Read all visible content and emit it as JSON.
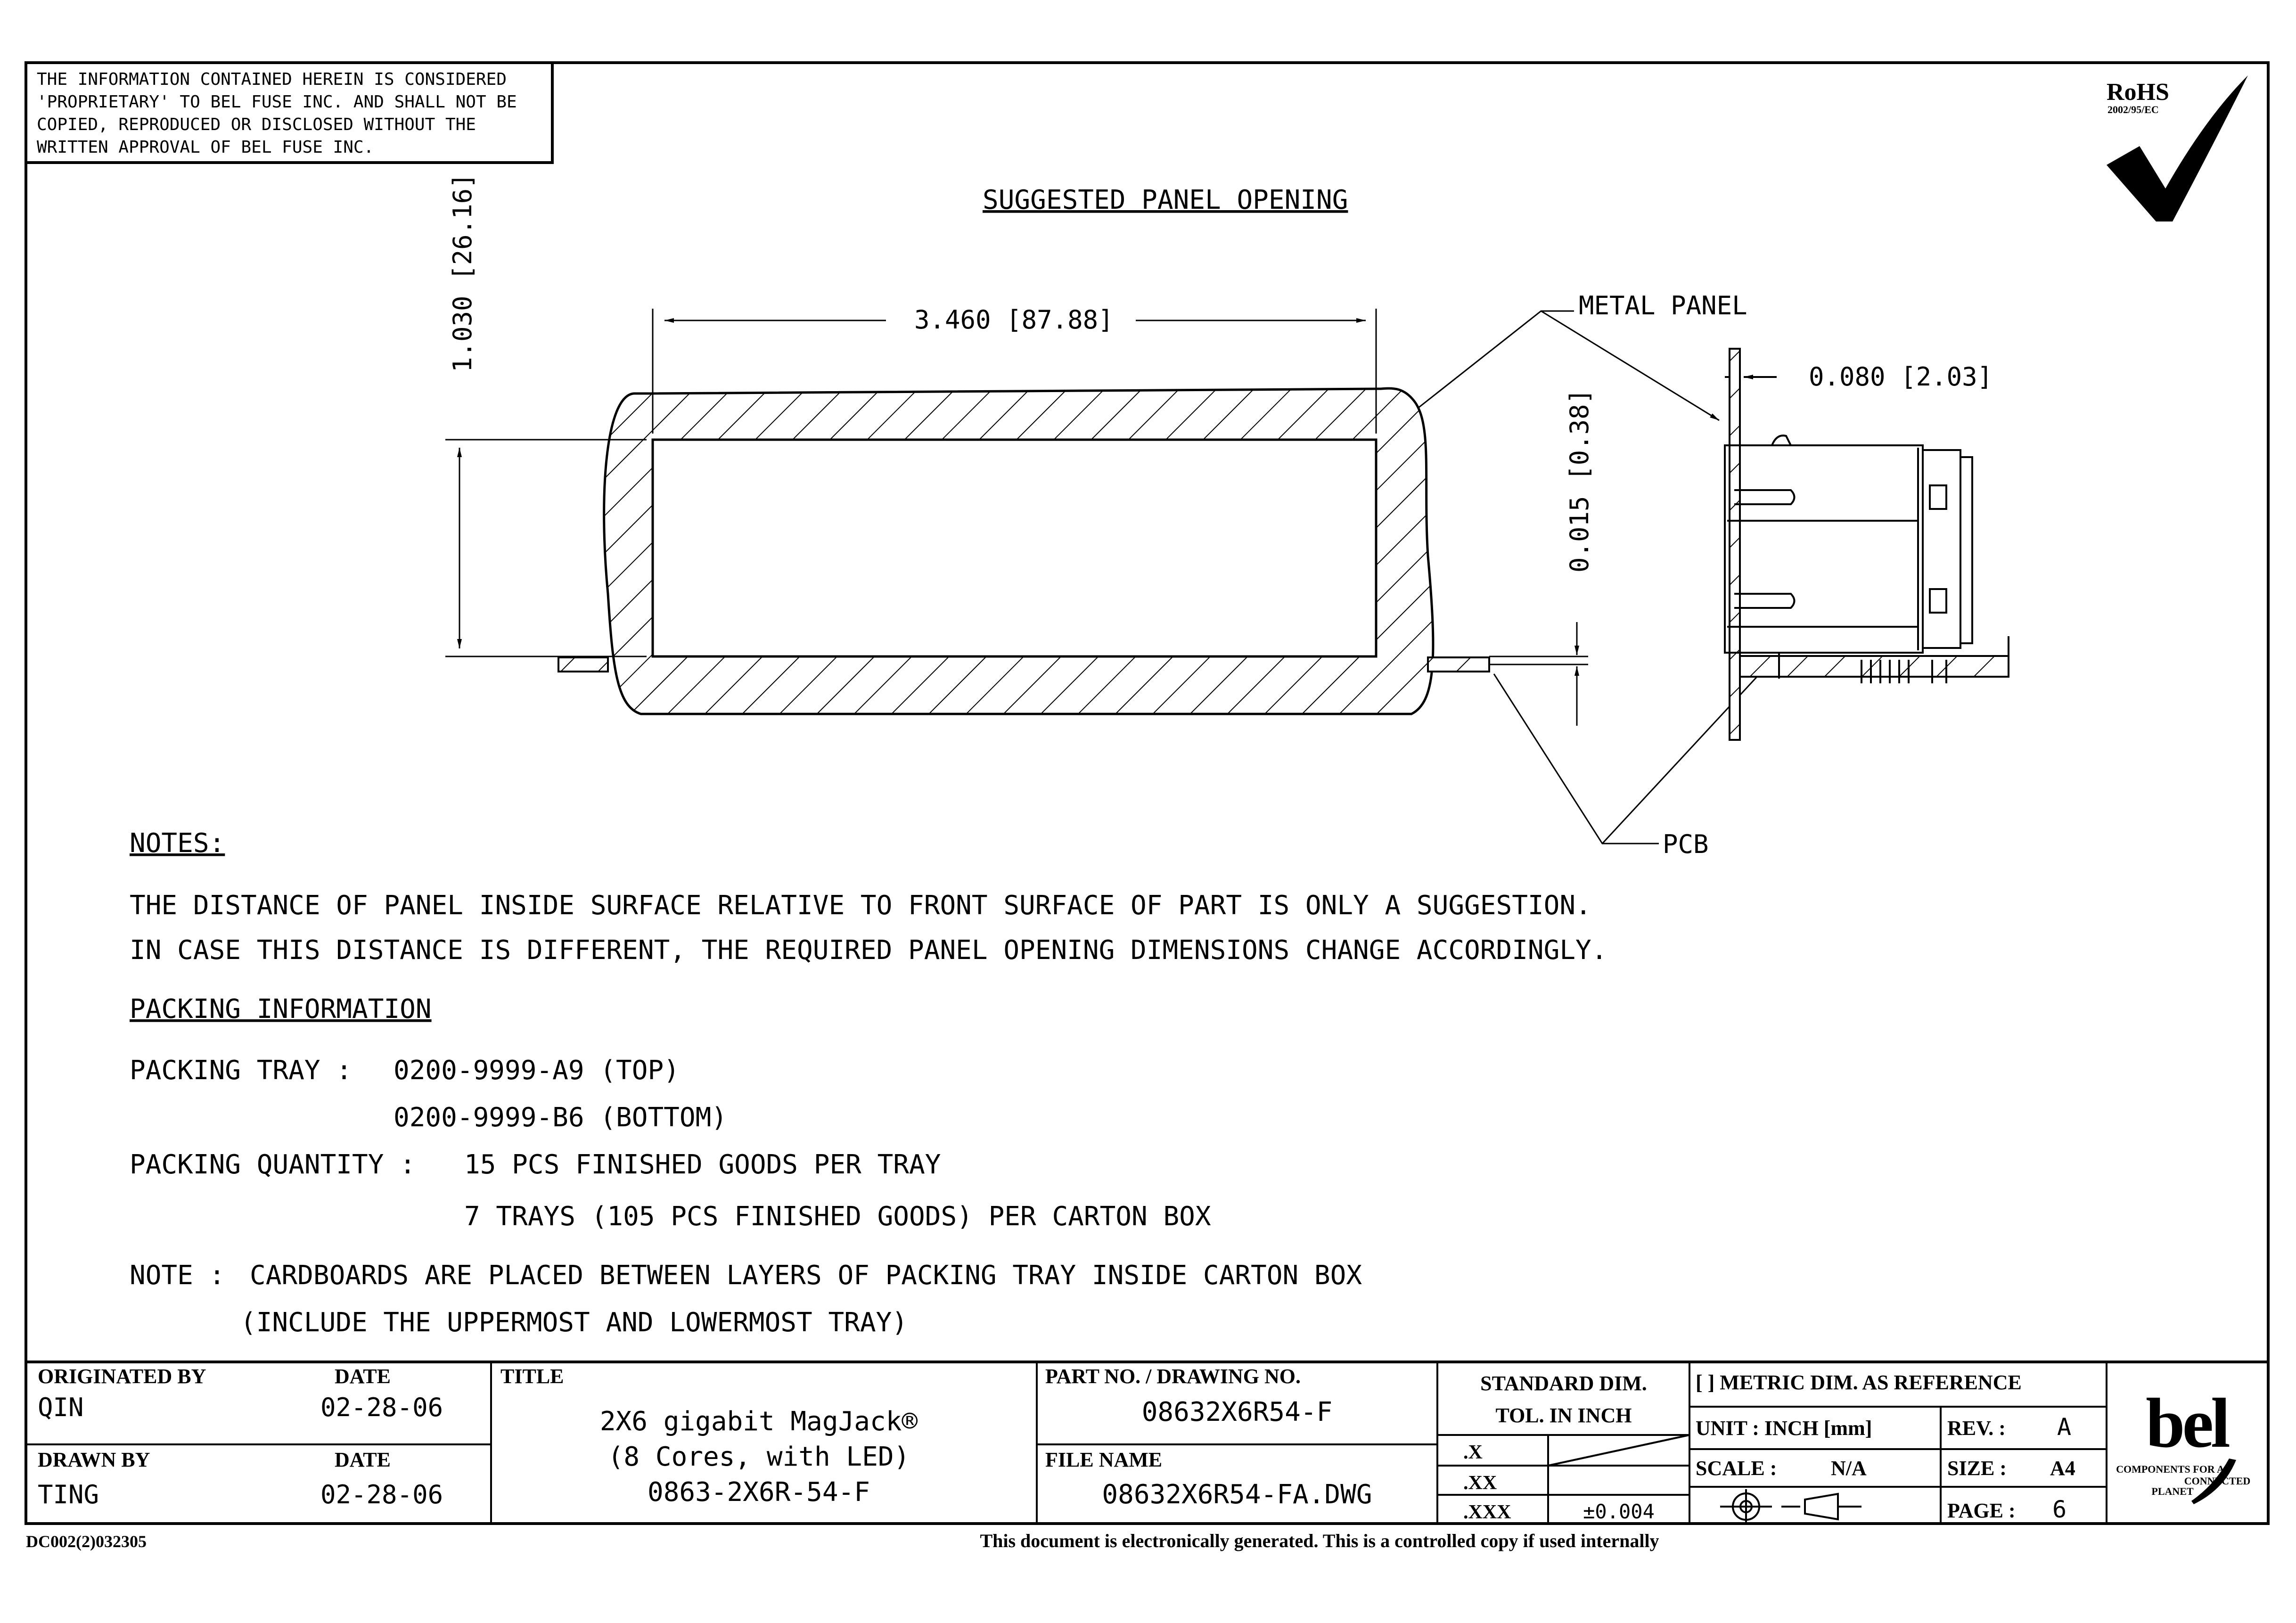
{
  "proprietary_notice": [
    "THE INFORMATION CONTAINED HEREIN IS CONSIDERED",
    "'PROPRIETARY' TO BEL FUSE INC. AND SHALL NOT BE",
    "COPIED, REPRODUCED OR DISCLOSED WITHOUT THE",
    "WRITTEN APPROVAL OF BEL FUSE INC."
  ],
  "rohs": {
    "title": "RoHS",
    "directive": "2002/95/EC"
  },
  "drawing": {
    "title": "SUGGESTED PANEL OPENING",
    "dim_width": "3.460 [87.88]",
    "dim_height": "1.030 [26.16]",
    "dim_offset": "0.015 [0.38]",
    "dim_panel_thickness": "0.080 [2.03]",
    "label_metal_panel": "METAL PANEL",
    "label_pcb": "PCB"
  },
  "notes": {
    "heading": "NOTES:",
    "lines": [
      "THE DISTANCE OF PANEL INSIDE SURFACE RELATIVE TO FRONT SURFACE OF PART IS ONLY A SUGGESTION.",
      "IN CASE THIS DISTANCE IS DIFFERENT, THE REQUIRED PANEL OPENING DIMENSIONS CHANGE ACCORDINGLY."
    ]
  },
  "packing": {
    "heading": "PACKING INFORMATION",
    "tray_label": "PACKING TRAY :",
    "tray_top": "0200-9999-A9 (TOP)",
    "tray_bottom": "0200-9999-B6 (BOTTOM)",
    "quantity_label": "PACKING QUANTITY :",
    "quantity_1": "15 PCS FINISHED GOODS PER TRAY",
    "quantity_2": "7 TRAYS (105 PCS FINISHED GOODS) PER CARTON BOX",
    "note_label": "NOTE :",
    "note_1": "CARDBOARDS ARE PLACED BETWEEN LAYERS OF PACKING TRAY INSIDE CARTON BOX",
    "note_2": "(INCLUDE THE UPPERMOST AND LOWERMOST TRAY)"
  },
  "title_block": {
    "originated_by_label": "ORIGINATED BY",
    "originated_by": "QIN",
    "date_label": "DATE",
    "originated_date": "02-28-06",
    "drawn_by_label": "DRAWN BY",
    "drawn_by": "TING",
    "drawn_date": "02-28-06",
    "title_label": "TITLE",
    "title_lines": [
      "2X6 gigabit MagJack®",
      "(8 Cores, with LED)",
      "0863-2X6R-54-F"
    ],
    "part_no_label": "PART NO. / DRAWING NO.",
    "part_no": "08632X6R54-F",
    "file_name_label": "FILE NAME",
    "file_name": "08632X6R54-FA.DWG",
    "std_dim_label_1": "STANDARD DIM.",
    "std_dim_label_2": "TOL. IN INCH",
    "tol_x": ".X",
    "tol_xx": ".XX",
    "tol_xxx": ".XXX",
    "tol_xxx_value": "±0.004",
    "metric_note": "[ ] METRIC DIM. AS REFERENCE",
    "unit_label": "UNIT : INCH [mm]",
    "rev_label": "REV. :",
    "rev": "A",
    "scale_label": "SCALE :",
    "scale": "N/A",
    "size_label": "SIZE :",
    "size": "A4",
    "page_label": "PAGE :",
    "page": "6",
    "logo_text": "bel",
    "logo_tag_1": "COMPONENTS FOR A",
    "logo_tag_2": "CONNECTED",
    "logo_tag_3": "PLANET"
  },
  "doc_code": "DC002(2)032305",
  "footer_note": "This document is electronically generated. This is a controlled copy if used internally"
}
